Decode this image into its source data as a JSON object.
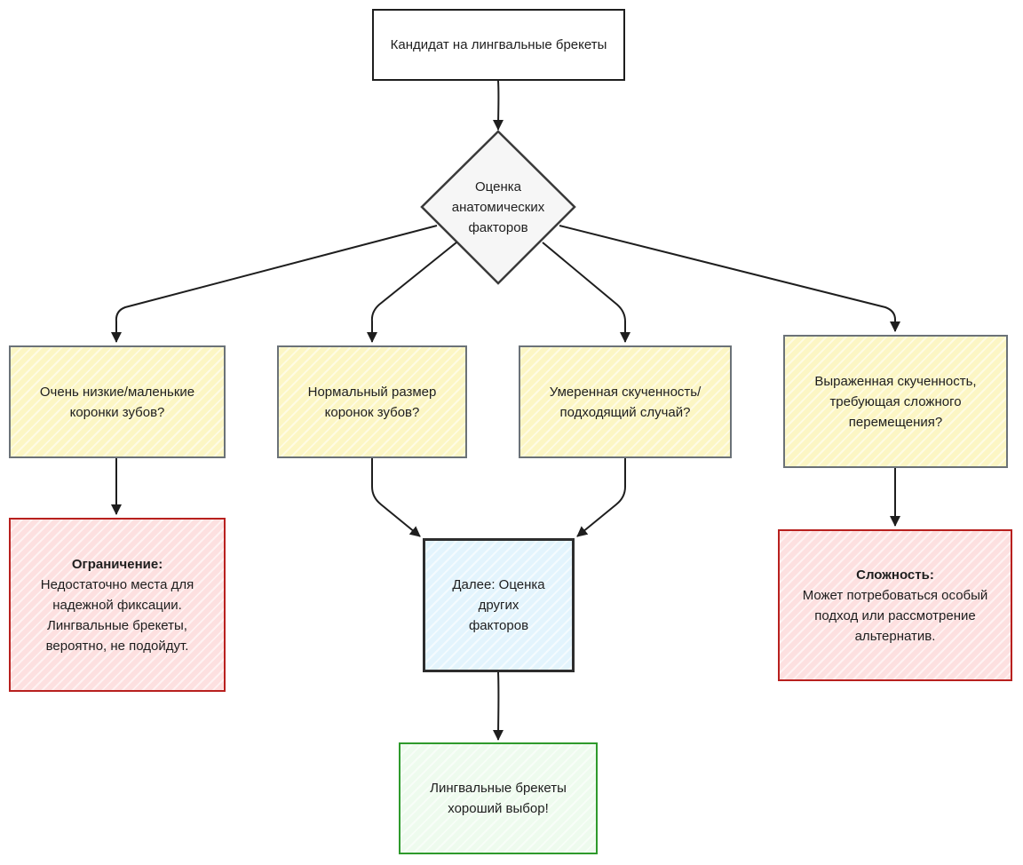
{
  "nodes": {
    "start": {
      "text": "Кандидат на лингвальные брекеты"
    },
    "decision": {
      "text": "Оценка анатомических факторов"
    },
    "low_crowns": {
      "text": "Очень низкие/маленькие коронки зубов?"
    },
    "normal_crowns": {
      "text": "Нормальный размер коронок зубов?"
    },
    "moderate_crowding": {
      "text": "Умеренная скученность/ подходящий случай?"
    },
    "severe_crowding": {
      "text": "Выраженная скученность, требующая сложного перемещения?"
    },
    "limitation": {
      "title": "Ограничение:",
      "text": "Недостаточно места для надежной фиксации. Лингвальные брекеты, вероятно, не подойдут."
    },
    "next": {
      "text": "Далее: Оценка других факторов"
    },
    "complexity": {
      "title": "Сложность:",
      "text": "Может потребоваться особый подход или рассмотрение альтернатив."
    },
    "good_choice": {
      "text": "Лингвальные брекеты хороший выбор!"
    }
  },
  "colors": {
    "stroke": "#1e1e1e",
    "question_fill": "#fcf6c4",
    "question_border": "#6b7278",
    "warning_fill": "#fde0e0",
    "warning_border": "#b8201e",
    "next_fill": "#e3f4fd",
    "success_fill": "#eefbee",
    "success_border": "#2e9a2c"
  }
}
